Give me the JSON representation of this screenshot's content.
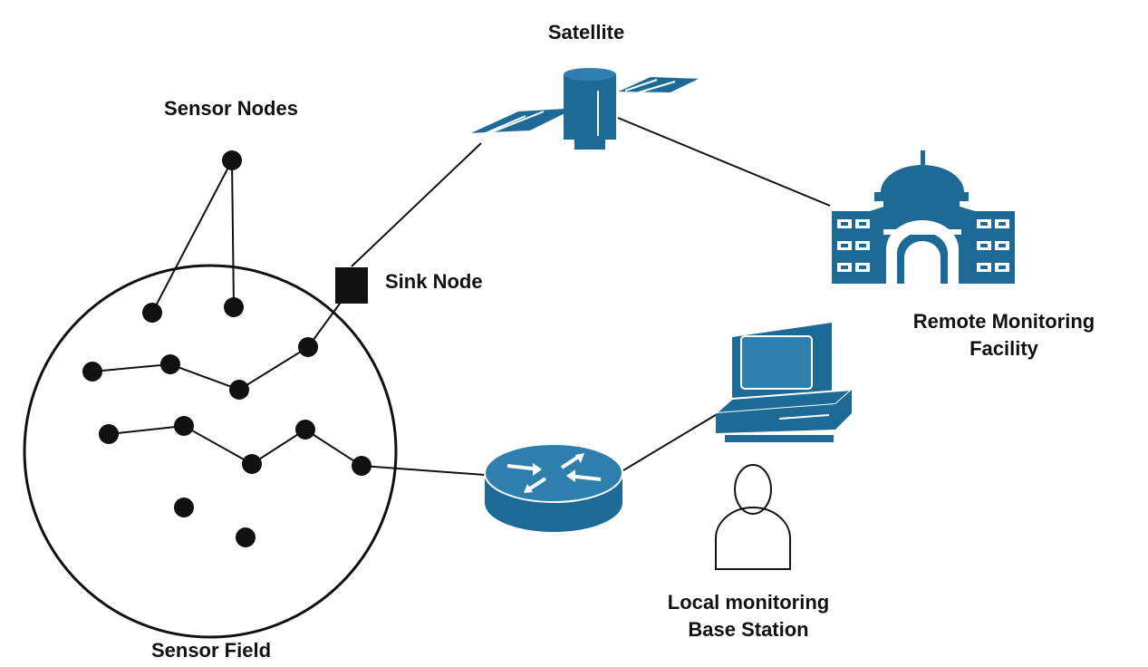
{
  "labels": {
    "satellite": "Satellite",
    "sensor_nodes": "Sensor Nodes",
    "sink_node": "Sink Node",
    "remote_line1": "Remote Monitoring",
    "remote_line2": "Facility",
    "local_line1": "Local monitoring",
    "local_line2": "Base Station",
    "sensor_field": "Sensor Field"
  },
  "colors": {
    "device_blue": "#1d6a97",
    "line": "#111111",
    "background": "#ffffff"
  },
  "icons": [
    "satellite-icon",
    "building-icon",
    "computer-icon",
    "router-icon",
    "person-icon",
    "sink-node-icon"
  ]
}
